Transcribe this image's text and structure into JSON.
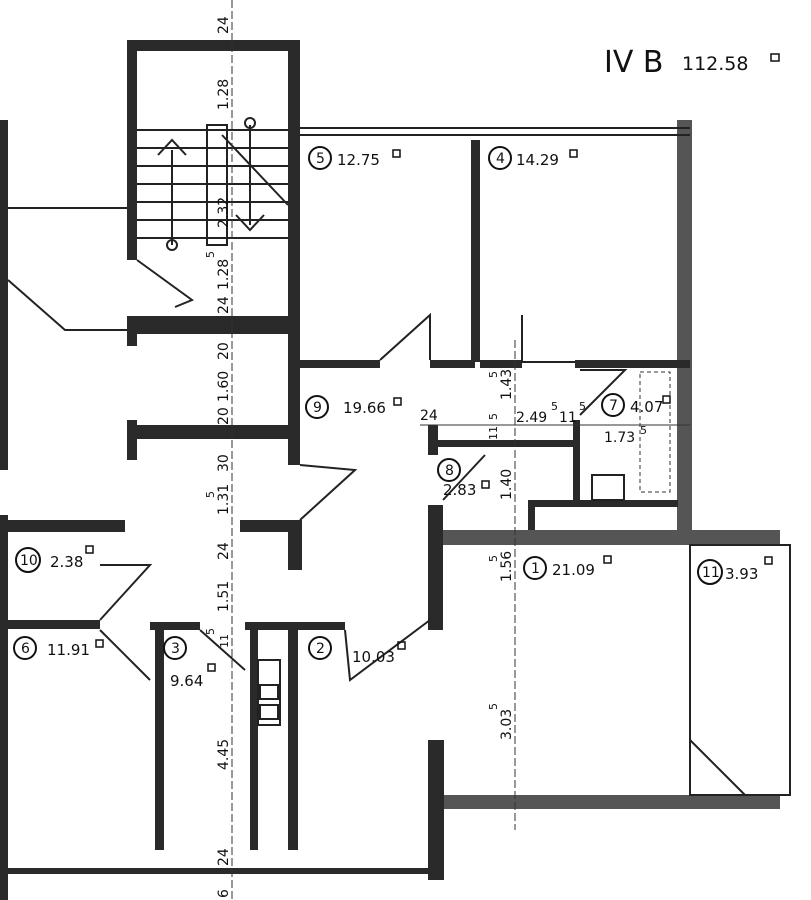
{
  "title": {
    "unit": "IV B",
    "total_area": "112.58"
  },
  "rooms": [
    {
      "num": "1",
      "area": "21.09"
    },
    {
      "num": "2",
      "area": "10.03"
    },
    {
      "num": "3",
      "area": "9.64"
    },
    {
      "num": "4",
      "area": "14.29"
    },
    {
      "num": "5",
      "area": "12.75"
    },
    {
      "num": "6",
      "area": "11.91"
    },
    {
      "num": "7",
      "area": "4.07"
    },
    {
      "num": "8",
      "area": "2.83"
    },
    {
      "num": "9",
      "area": "19.66"
    },
    {
      "num": "10",
      "area": "2.38"
    },
    {
      "num": "11",
      "area": "3.93"
    }
  ],
  "dimensions": {
    "stair_vertical": [
      "24",
      "1.28",
      "2.32",
      "5",
      "1.28",
      "24",
      "20",
      "1.60",
      "20",
      "30",
      "1.31",
      "5",
      "24",
      "1.51",
      "11",
      "5",
      "4.45",
      "24",
      "6"
    ],
    "center_vertical": [
      "1.43",
      "5",
      "11",
      "5",
      "1.40",
      "1.56",
      "5",
      "3.03",
      "5"
    ],
    "horizontal": [
      "24",
      "2.49",
      "5",
      "11",
      "5",
      "1.73",
      "5"
    ]
  }
}
